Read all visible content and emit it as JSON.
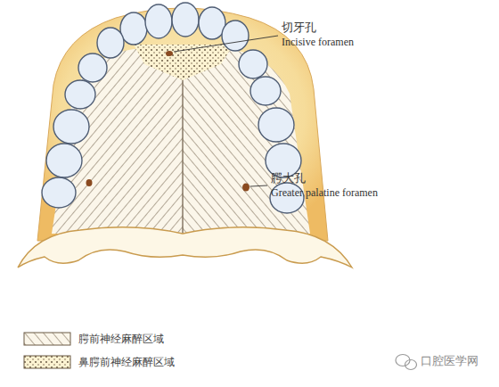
{
  "diagram": {
    "labels": [
      "切牙孔",
      "Incisive foramen",
      "腭大孔",
      "Greater palatine foramen",
      "口腔医学网"
    ],
    "legend": [
      {
        "text": "腭前神经麻醉区域"
      },
      {
        "text": "鼻腭前神经麻醉区域"
      }
    ]
  }
}
